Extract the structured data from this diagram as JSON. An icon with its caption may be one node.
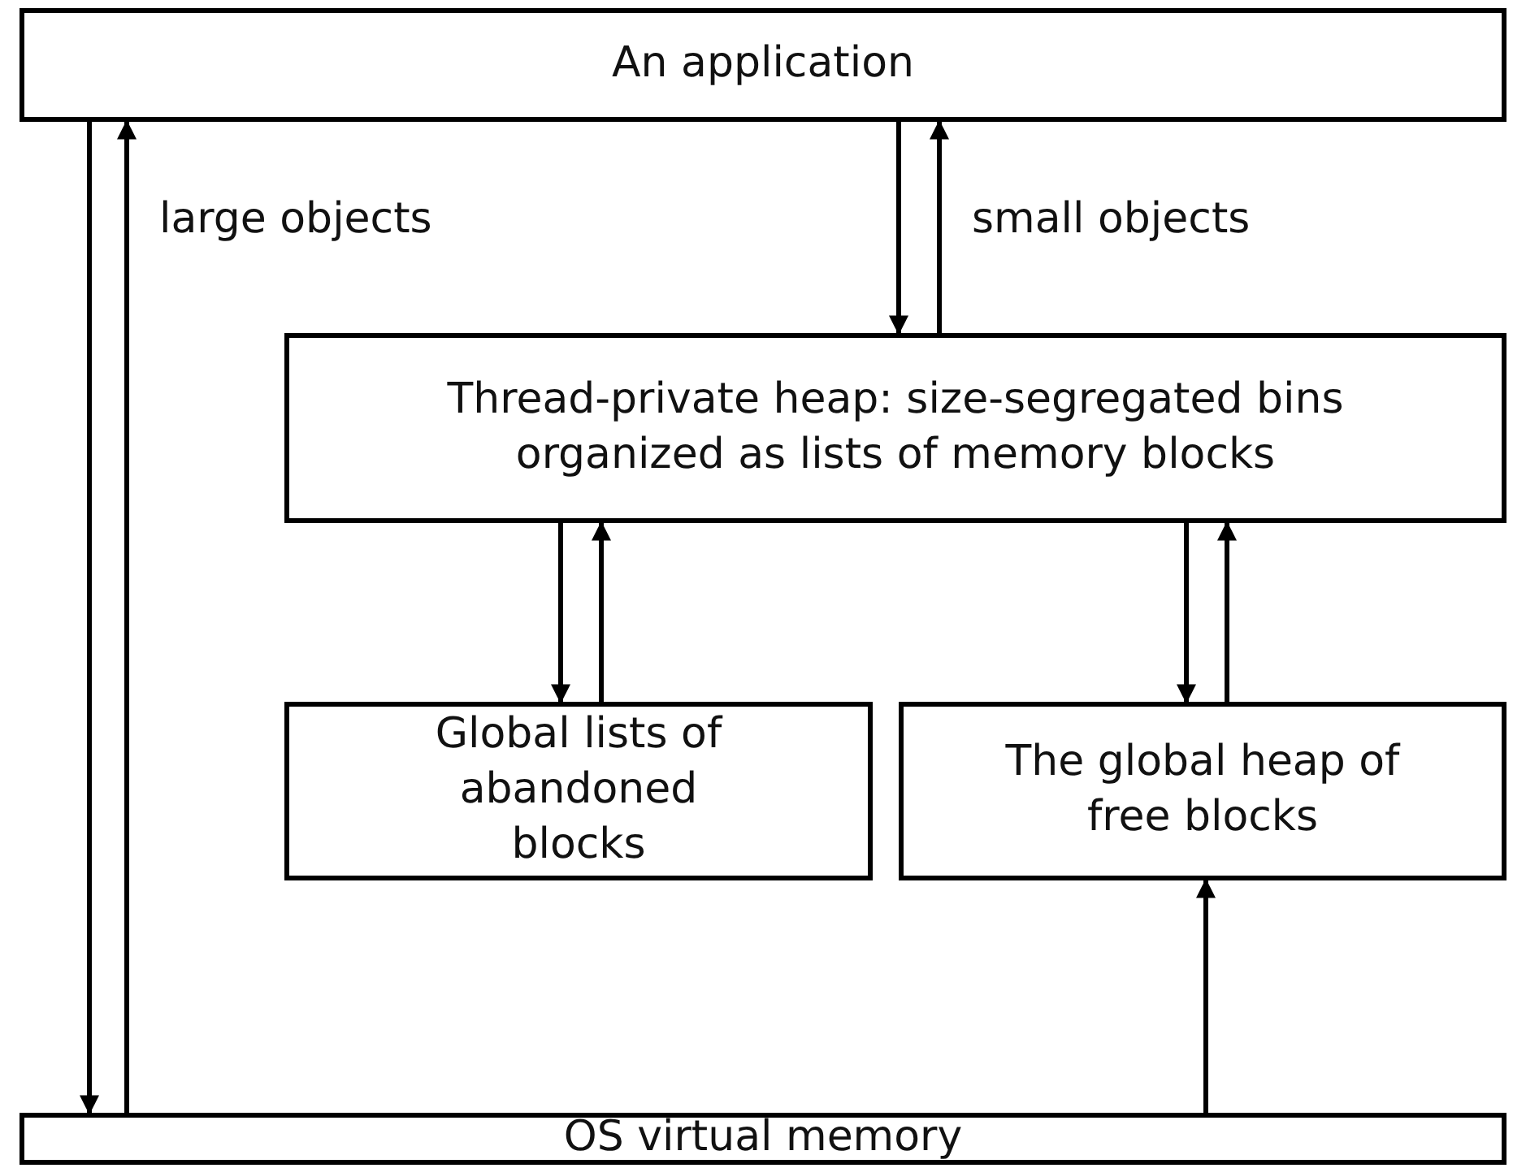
{
  "diagram": {
    "nodes": [
      {
        "text": [
          "An application"
        ]
      },
      {
        "text": [
          "Thread-private heap: size-segregated bins organized as lists of memory blocks"
        ]
      },
      {
        "text": [
          "Global lists of abandoned blocks"
        ]
      },
      {
        "text": [
          "The global heap of free blocks"
        ]
      },
      {
        "text": [
          "OS virtual memory"
        ]
      }
    ],
    "edges": [
      {
        "from": 0,
        "to": 4,
        "arrow": "to"
      },
      {
        "from": 4,
        "to": 0,
        "arrow": "to",
        "label": "large objects"
      },
      {
        "from": 0,
        "to": 1,
        "arrow": "to"
      },
      {
        "from": 1,
        "to": 0,
        "arrow": "to",
        "label": "small objects"
      },
      {
        "from": 1,
        "to": 2,
        "arrow": "to"
      },
      {
        "from": 2,
        "to": 1,
        "arrow": "to"
      },
      {
        "from": 1,
        "to": 3,
        "arrow": "to"
      },
      {
        "from": 3,
        "to": 1,
        "arrow": "to"
      },
      {
        "from": 4,
        "to": 3,
        "arrow": "to"
      }
    ]
  }
}
